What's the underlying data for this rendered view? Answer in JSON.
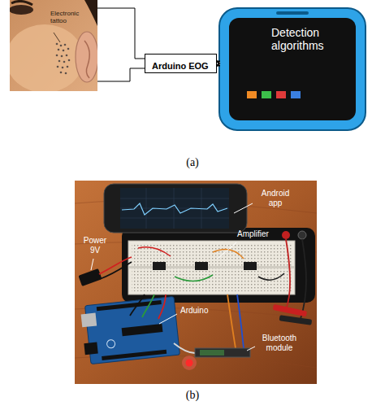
{
  "diagram": {
    "nodes": [
      {
        "text": [
          "Electronic tattoo"
        ]
      },
      {
        "text": [
          "Arduino EOG"
        ]
      },
      {
        "text": [
          "Detection algorithms"
        ]
      }
    ],
    "edges": [
      {
        "from": 0,
        "to": 1,
        "arrow": "none"
      },
      {
        "from": 0,
        "to": 1,
        "arrow": "none"
      },
      {
        "from": 1,
        "to": 2,
        "arrow": "to"
      }
    ],
    "labels": [
      "(a)",
      "Android app",
      "Amplifier",
      "Power 9V",
      "Arduino",
      "Bluetooth module",
      "(b)"
    ]
  }
}
